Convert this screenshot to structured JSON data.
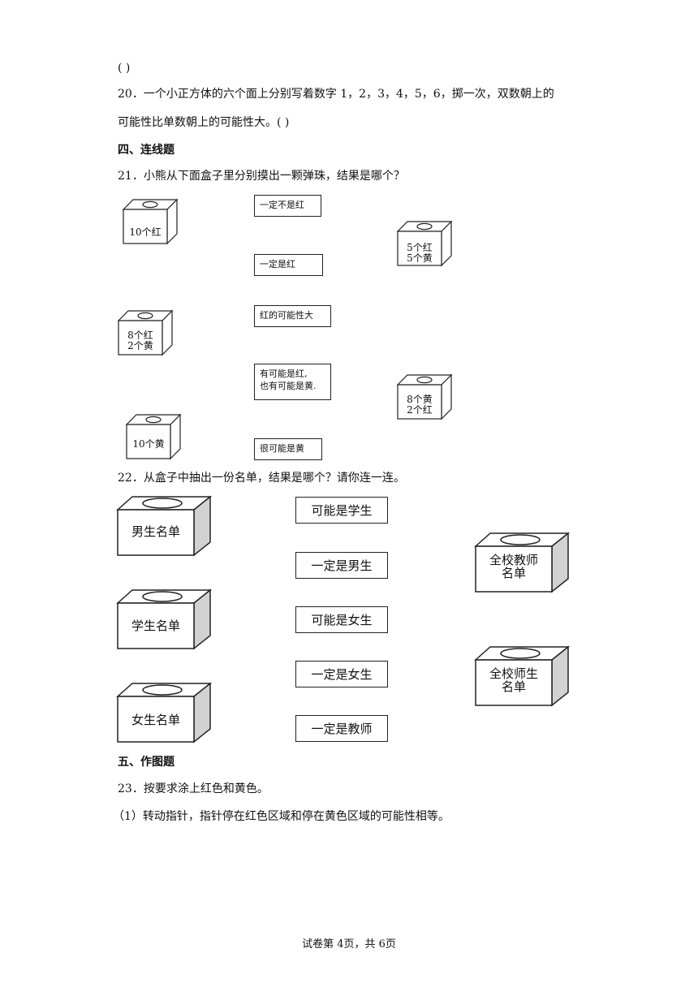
{
  "q19_answer": "(          )",
  "q20": {
    "line1": "20．一个小正方体的六个面上分别写着数字 1，2，3，4，5，6，掷一次，双数朝上的",
    "line2": "可能性比单数朝上的可能性大。(              )"
  },
  "section4": "四、连线题",
  "q21": {
    "text": "21．小熊从下面盒子里分别摸出一颗弹珠，结果是哪个？",
    "left_boxes": [
      {
        "lines": [
          "10个红"
        ]
      },
      {
        "lines": [
          "8个红",
          "2个黄"
        ]
      },
      {
        "lines": [
          "10个黄"
        ]
      }
    ],
    "right_boxes": [
      {
        "lines": [
          "5个红",
          "5个黄"
        ]
      },
      {
        "lines": [
          "8个黄",
          "2个红"
        ]
      }
    ],
    "labels": [
      "一定不是红",
      "一定是红",
      "红的可能性大",
      "有可能是红,",
      "也有可能是黄.",
      "很可能是黄"
    ]
  },
  "q22": {
    "text": "22．从盒子中抽出一份名单，结果是哪个？请你连一连。",
    "left_boxes": [
      "男生名单",
      "学生名单",
      "女生名单"
    ],
    "right_boxes": [
      {
        "lines": [
          "全校教师",
          "名单"
        ]
      },
      {
        "lines": [
          "全校师生",
          "名单"
        ]
      }
    ],
    "labels": [
      "可能是学生",
      "一定是男生",
      "可能是女生",
      "一定是女生",
      "一定是教师"
    ]
  },
  "section5": "五、作图题",
  "q23": {
    "text": "23．按要求涂上红色和黄色。",
    "sub1": "（1）转动指针，指针停在红色区域和停在黄色区域的可能性相等。"
  },
  "footer": "试卷第 4页，共 6页"
}
